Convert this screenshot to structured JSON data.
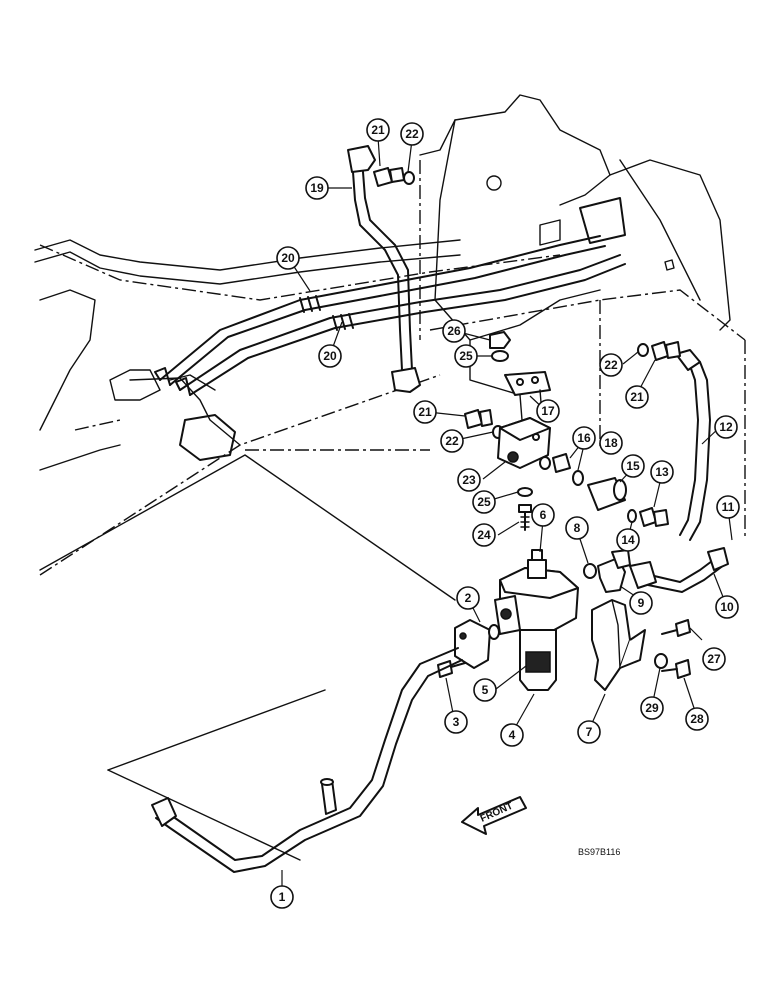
{
  "drawing_code": "BS97B116",
  "direction_label": "FRONT",
  "callouts": [
    {
      "id": "c1",
      "label": "1"
    },
    {
      "id": "c2",
      "label": "2"
    },
    {
      "id": "c3",
      "label": "3"
    },
    {
      "id": "c4",
      "label": "4"
    },
    {
      "id": "c5",
      "label": "5"
    },
    {
      "id": "c6",
      "label": "6"
    },
    {
      "id": "c7",
      "label": "7"
    },
    {
      "id": "c8",
      "label": "8"
    },
    {
      "id": "c9",
      "label": "9"
    },
    {
      "id": "c10",
      "label": "10"
    },
    {
      "id": "c11",
      "label": "11"
    },
    {
      "id": "c12",
      "label": "12"
    },
    {
      "id": "c13",
      "label": "13"
    },
    {
      "id": "c14",
      "label": "14"
    },
    {
      "id": "c15",
      "label": "15"
    },
    {
      "id": "c16",
      "label": "16"
    },
    {
      "id": "c17",
      "label": "17"
    },
    {
      "id": "c18",
      "label": "18"
    },
    {
      "id": "c19",
      "label": "19"
    },
    {
      "id": "c20a",
      "label": "20"
    },
    {
      "id": "c20b",
      "label": "20"
    },
    {
      "id": "c21a",
      "label": "21"
    },
    {
      "id": "c21b",
      "label": "21"
    },
    {
      "id": "c21c",
      "label": "21"
    },
    {
      "id": "c22a",
      "label": "22"
    },
    {
      "id": "c22b",
      "label": "22"
    },
    {
      "id": "c22c",
      "label": "22"
    },
    {
      "id": "c23",
      "label": "23"
    },
    {
      "id": "c24",
      "label": "24"
    },
    {
      "id": "c25a",
      "label": "25"
    },
    {
      "id": "c25b",
      "label": "25"
    },
    {
      "id": "c26",
      "label": "26"
    },
    {
      "id": "c27",
      "label": "27"
    },
    {
      "id": "c28",
      "label": "28"
    },
    {
      "id": "c29",
      "label": "29"
    }
  ]
}
